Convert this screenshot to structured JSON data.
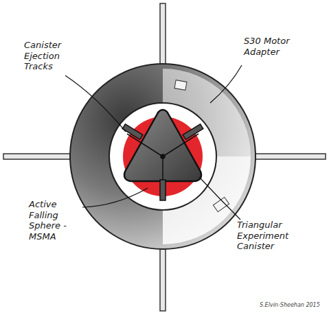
{
  "diagram": {
    "labels": [
      "Canister Ejection Tracks",
      "S30 Motor Adapter",
      "Active Falling Sphere - MSMA",
      "Triangular Experiment Canister",
      "S.Elvin-Sheehan 2015"
    ]
  }
}
